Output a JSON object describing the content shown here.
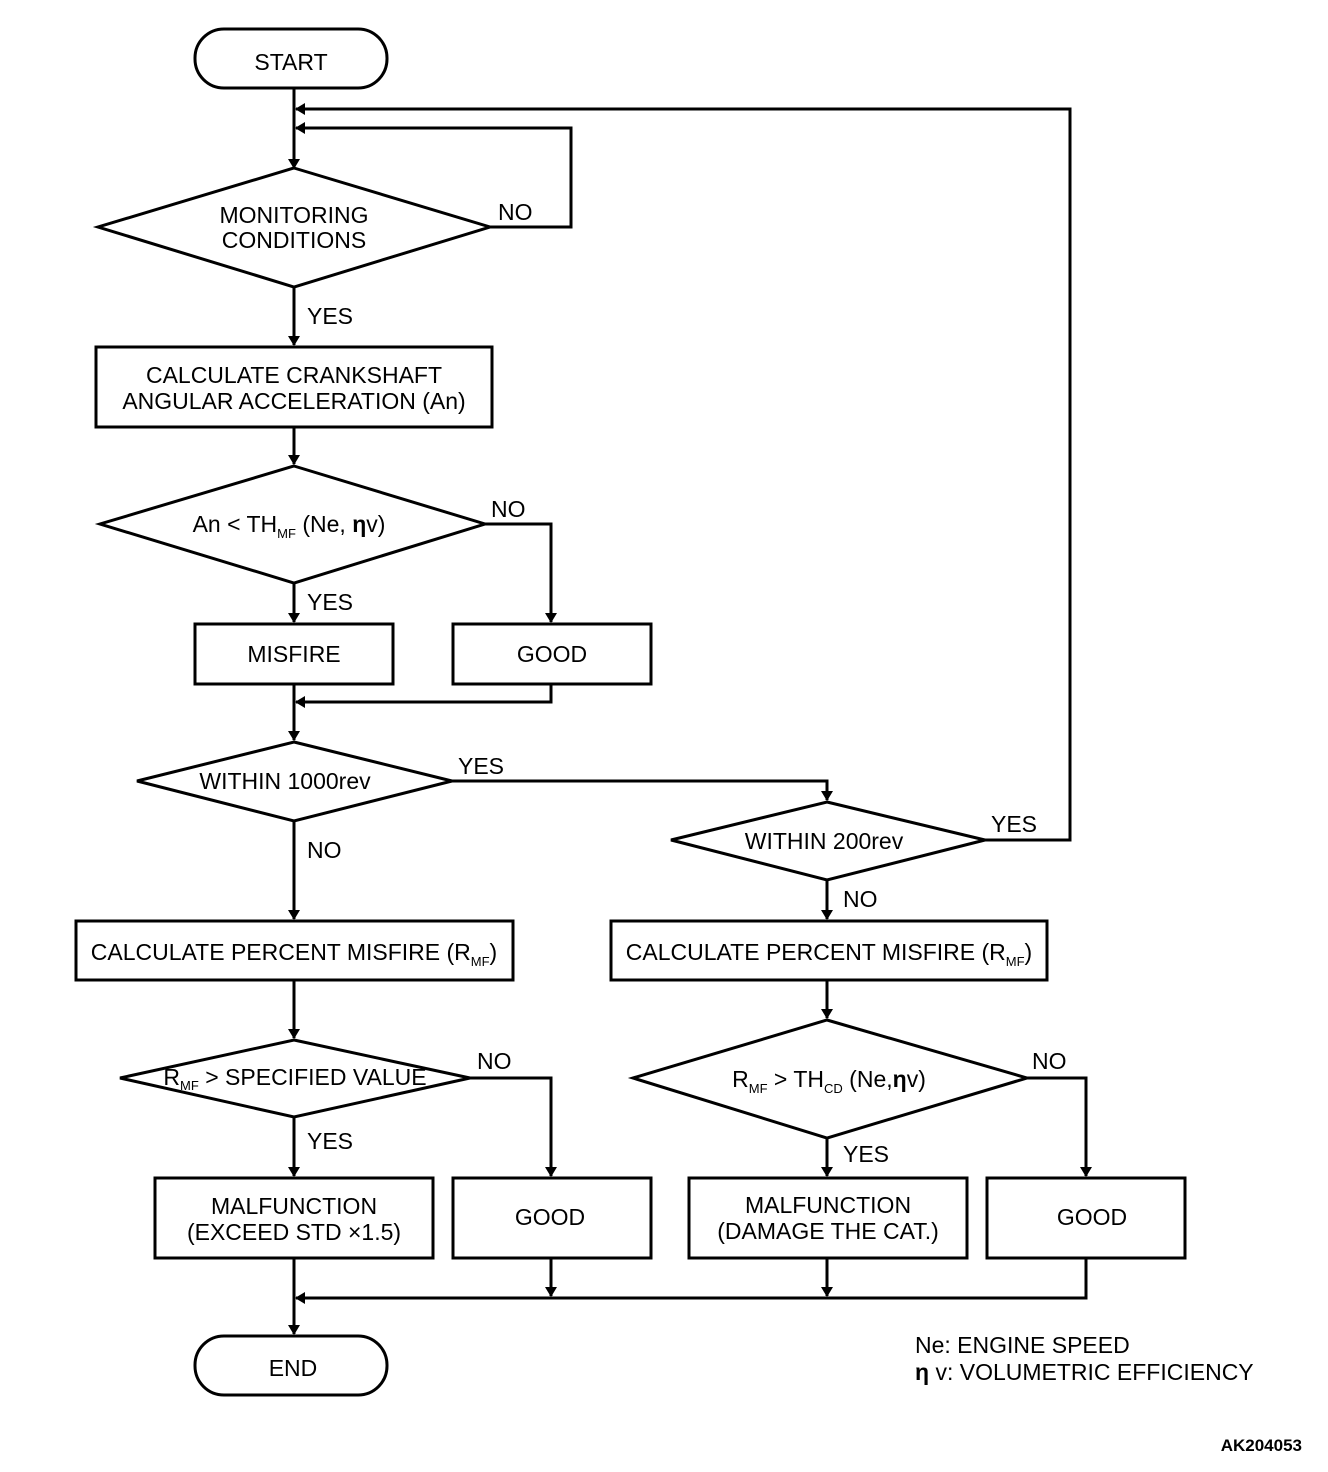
{
  "nodes": {
    "start": "START",
    "monitoring": [
      "MONITORING",
      "CONDITIONS"
    ],
    "calc_accel": [
      "CALCULATE CRANKSHAFT",
      "ANGULAR ACCELERATION (An)"
    ],
    "an_check": {
      "pre": "An < TH",
      "sub": "MF",
      "post": " (Ne, ",
      "eta": "η",
      "v": "v)"
    },
    "misfire": "MISFIRE",
    "good": "GOOD",
    "within1000": "WITHIN 1000rev",
    "within200": "WITHIN 200rev",
    "calc_pct": {
      "pre": "CALCULATE PERCENT MISFIRE (R",
      "sub": "MF",
      "post": ")"
    },
    "rmf_spec": {
      "pre": "R",
      "sub": "MF",
      "post": " > SPECIFIED VALUE"
    },
    "rmf_th": {
      "pre": "R",
      "sub1": "MF",
      "mid": " > TH",
      "sub2": "CD",
      "post": " (Ne,",
      "eta": "η",
      "v": "v)"
    },
    "malfunction_std": [
      "MALFUNCTION",
      "(EXCEED STD  ×1.5)"
    ],
    "malfunction_cat": [
      "MALFUNCTION",
      "(DAMAGE THE CAT.)"
    ],
    "end": "END"
  },
  "labels": {
    "yes": "YES",
    "no": "NO"
  },
  "legend": {
    "ne": "Ne: ENGINE SPEED",
    "eta_symbol": "η",
    "eta_text": " v: VOLUMETRIC EFFICIENCY"
  },
  "ref_code": "AK204053"
}
